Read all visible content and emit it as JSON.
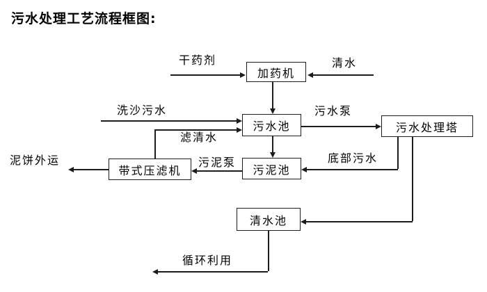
{
  "title": "污水处理工艺流程框图:",
  "colors": {
    "background": "#ffffff",
    "line": "#1c1c1c",
    "text": "#000000"
  },
  "diagram": {
    "nodes": [
      {
        "id": "dosing-machine",
        "label": "加药机"
      },
      {
        "id": "sewage-pool",
        "label": "污水池"
      },
      {
        "id": "sewage-treatment-tower",
        "label": "污水处理塔"
      },
      {
        "id": "sludge-pool",
        "label": "污泥池"
      },
      {
        "id": "belt-filter-press",
        "label": "带式压滤机"
      },
      {
        "id": "clear-water-pool",
        "label": "清水池"
      }
    ],
    "flow_labels": [
      {
        "id": "dry-agent",
        "label": "干药剂"
      },
      {
        "id": "clear-water",
        "label": "清水"
      },
      {
        "id": "sand-washing-sewage",
        "label": "洗沙污水"
      },
      {
        "id": "filtered-water",
        "label": "滤清水"
      },
      {
        "id": "sewage-pump",
        "label": "污水泵"
      },
      {
        "id": "sludge-pump",
        "label": "污泥泵"
      },
      {
        "id": "bottom-sewage",
        "label": "底部污水"
      },
      {
        "id": "mud-cake-out",
        "label": "泥饼外运"
      },
      {
        "id": "recycle",
        "label": "循环利用"
      }
    ],
    "edges": [
      {
        "from": "干药剂",
        "to": "加药机",
        "label": "干药剂"
      },
      {
        "from": "清水",
        "to": "加药机",
        "label": "清水"
      },
      {
        "from": "加药机",
        "to": "污水池",
        "label": ""
      },
      {
        "from": "洗沙污水",
        "to": "污水池",
        "label": "洗沙污水"
      },
      {
        "from": "带式压滤机",
        "to": "污水池",
        "label": "滤清水"
      },
      {
        "from": "污水池",
        "to": "污水处理塔",
        "label": "污水泵"
      },
      {
        "from": "污水池",
        "to": "污泥池",
        "label": ""
      },
      {
        "from": "污水处理塔",
        "to": "污泥池",
        "label": "底部污水"
      },
      {
        "from": "污泥池",
        "to": "带式压滤机",
        "label": "污泥泵"
      },
      {
        "from": "带式压滤机",
        "to": "泥饼外运",
        "label": "泥饼外运"
      },
      {
        "from": "污水处理塔",
        "to": "清水池",
        "label": ""
      },
      {
        "from": "清水池",
        "to": "循环利用",
        "label": "循环利用"
      }
    ]
  }
}
